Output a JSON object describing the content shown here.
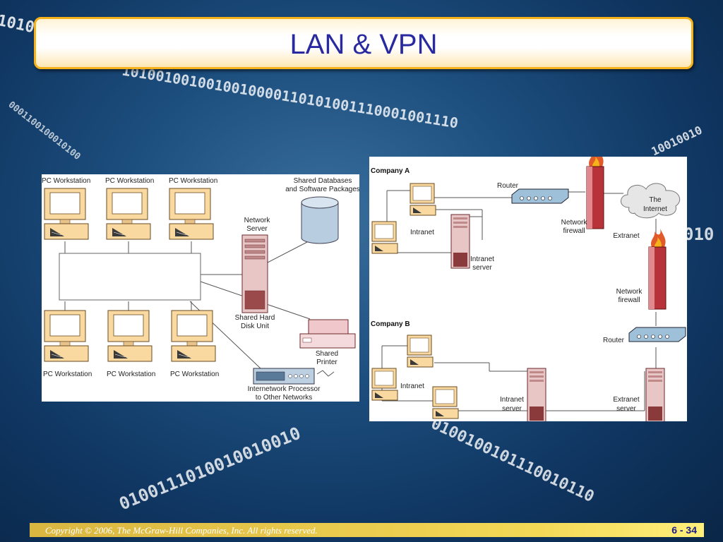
{
  "slide": {
    "title": "LAN & VPN",
    "copyright": "Copyright © 2006, The McGraw-Hill Companies, Inc. All rights reserved.",
    "page_number": "6 - 34"
  },
  "lan": {
    "ws_top_1": "PC Workstation",
    "ws_top_2": "PC Workstation",
    "ws_top_3": "PC Workstation",
    "ws_bot_1": "PC Workstation",
    "ws_bot_2": "PC Workstation",
    "ws_bot_3": "PC Workstation",
    "db_line1": "Shared Databases",
    "db_line2": "and Software Packages",
    "server_line1": "Network",
    "server_line2": "Server",
    "disk_line1": "Shared Hard",
    "disk_line2": "Disk Unit",
    "printer_line1": "Shared",
    "printer_line2": "Printer",
    "proc_line1": "Internetwork Processor",
    "proc_line2": "to Other Networks"
  },
  "vpn": {
    "company_a": "Company A",
    "company_b": "Company B",
    "router_a": "Router",
    "router_b": "Router",
    "fw_a_line1": "Network",
    "fw_a_line2": "firewall",
    "fw_b_line1": "Network",
    "fw_b_line2": "firewall",
    "internet_line1": "The",
    "internet_line2": "Internet",
    "extranet": "Extranet",
    "intranet_a": "Intranet",
    "intranet_b": "Intranet",
    "intranet_server_a_line1": "Intranet",
    "intranet_server_a_line2": "server",
    "intranet_server_b_line1": "Intranet",
    "intranet_server_b_line2": "server",
    "extranet_server_line1": "Extranet",
    "extranet_server_line2": "server"
  },
  "colors": {
    "title_text": "#2a2aa0",
    "title_border": "#f6b21b",
    "monitor_fill": "#f9d9a0",
    "server_fill": "#e9c6c6",
    "firewall_fill": "#b8323a",
    "router_fill": "#9ec0d8"
  }
}
